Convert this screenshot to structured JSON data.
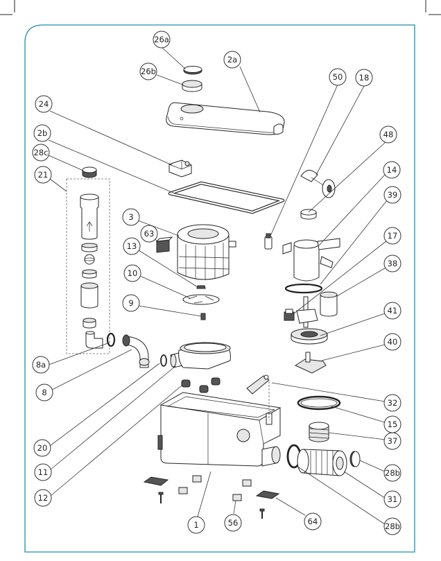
{
  "diagram": {
    "labels": {
      "l26a": "26a",
      "l26b": "26b",
      "l2a": "2a",
      "l50": "50",
      "l18": "18",
      "l24": "24",
      "l2b": "2b",
      "l48": "48",
      "l28c": "28c",
      "l21": "21",
      "l14": "14",
      "l39": "39",
      "l3": "3",
      "l63": "63",
      "l17": "17",
      "l13": "13",
      "l38": "38",
      "l10": "10",
      "l9": "9",
      "l41": "41",
      "l40": "40",
      "l8a": "8a",
      "l8": "8",
      "l32": "32",
      "l15": "15",
      "l20": "20",
      "l37": "37",
      "l11": "11",
      "l28b_r": "28b",
      "l12": "12",
      "l31": "31",
      "l28b_b": "28b",
      "l1": "1",
      "l56": "56",
      "l64": "64"
    }
  }
}
